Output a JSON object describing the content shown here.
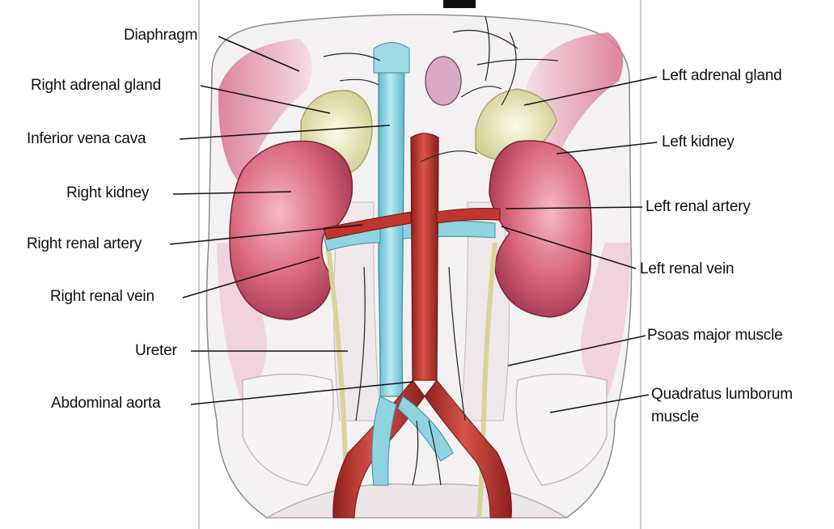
{
  "labels": {
    "diaphragm": "Diaphragm",
    "right_adrenal_gland": "Right adrenal gland",
    "inferior_vena_cava": "Inferior vena cava",
    "right_kidney": "Right kidney",
    "right_renal_artery": "Right renal artery",
    "right_renal_vein": "Right renal vein",
    "ureter": "Ureter",
    "abdominal_aorta": "Abdominal aorta",
    "left_adrenal_gland": "Left adrenal gland",
    "left_kidney": "Left kidney",
    "left_renal_artery": "Left renal artery",
    "left_renal_vein": "Left renal vein",
    "psoas_major_muscle": "Psoas major muscle",
    "quadratus_line1": "Quadratus lumborum",
    "quadratus_line2": "muscle"
  },
  "colors": {
    "kidney": "#d9677c",
    "kidney_dark": "#a83a52",
    "adrenal": "#e8e6b8",
    "vena_cava": "#8fd3e0",
    "aorta": "#c0352f",
    "muscle_pink": "#e9a9c0",
    "ureter": "#e6e2b0",
    "leader_line": "#111111"
  }
}
